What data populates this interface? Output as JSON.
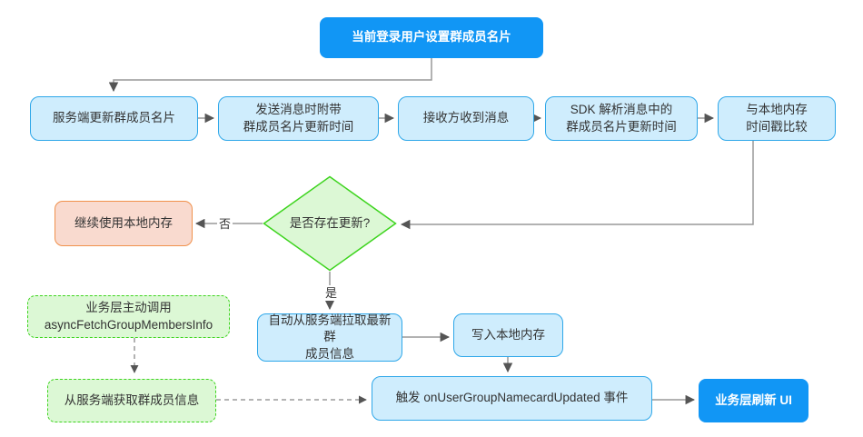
{
  "diagram": {
    "description": "群成员名片更新流程图",
    "nodes": {
      "start": {
        "label": "当前登录用户设置群成员名片"
      },
      "server_update": {
        "label": "服务端更新群成员名片"
      },
      "send_msg": {
        "label": "发送消息时附带\n群成员名片更新时间"
      },
      "receive_msg": {
        "label": "接收方收到消息"
      },
      "sdk_parse": {
        "label": "SDK 解析消息中的\n群成员名片更新时间"
      },
      "compare": {
        "label": "与本地内存\n时间戳比较"
      },
      "decision": {
        "label": "是否存在更新?"
      },
      "keep_local": {
        "label": "继续使用本地内存"
      },
      "auto_fetch": {
        "label": "自动从服务端拉取最新群\n成员信息"
      },
      "write_local": {
        "label": "写入本地内存"
      },
      "trigger_event": {
        "label": "触发 onUserGroupNamecardUpdated 事件"
      },
      "refresh_ui": {
        "label": "业务层刷新 UI"
      },
      "manual_call": {
        "label": "业务层主动调用\nasyncFetchGroupMembersInfo"
      },
      "fetch_server": {
        "label": "从服务端获取群成员信息"
      }
    },
    "edge_labels": {
      "no": "否",
      "yes": "是"
    },
    "colors": {
      "primary_blue": "#1196F5",
      "process_fill": "#CFEDFD",
      "process_border": "#2EA7E9",
      "green_fill": "#DCF8D5",
      "green_border": "#3DD41E",
      "orange_fill": "#F9DACF",
      "orange_border": "#F0914C",
      "connector": "#999999",
      "arrowhead": "#555555",
      "text": "#333333"
    }
  }
}
